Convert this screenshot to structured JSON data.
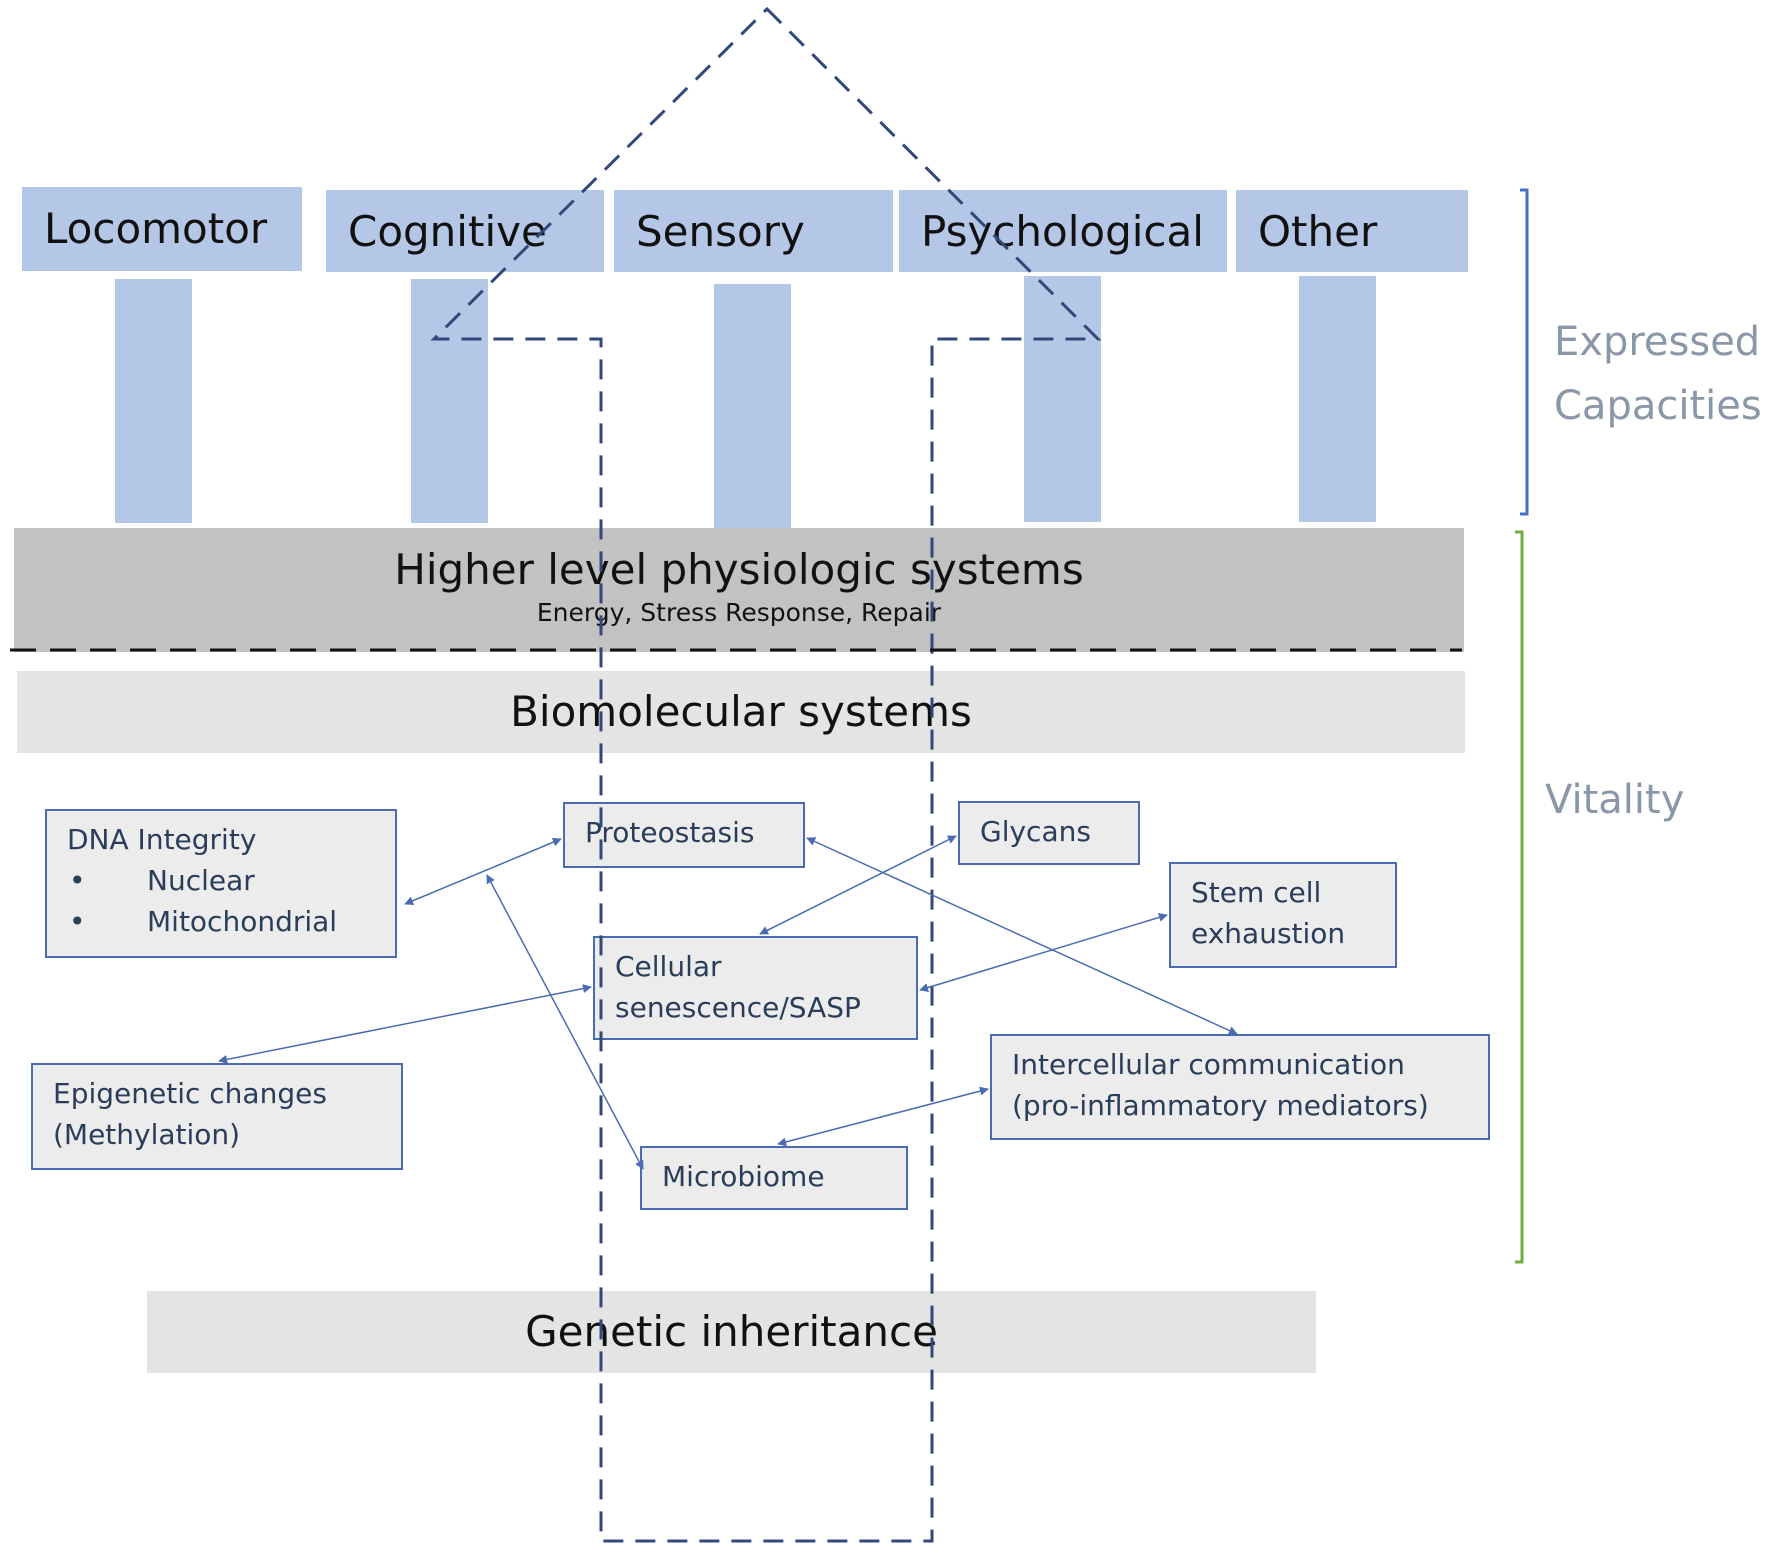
{
  "capacities": {
    "labels": [
      "Locomotor",
      "Cognitive",
      "Sensory",
      "Psychological",
      "Other"
    ],
    "group_label": "Expressed\nCapacities",
    "bracket_color": "#4472c4"
  },
  "systems": {
    "higher_level": "Higher level physiologic systems",
    "higher_level_sub": "Energy, Stress Response, Repair",
    "biomolecular": "Biomolecular systems",
    "genetic": "Genetic inheritance"
  },
  "vitality": {
    "label": "Vitality",
    "bracket_color": "#70ad47"
  },
  "nodes": {
    "dna_integrity": "DNA Integrity",
    "dna_items": [
      "Nuclear",
      "Mitochondrial"
    ],
    "bullet": "•",
    "proteostasis": "Proteostasis",
    "glycans": "Glycans",
    "stem_cell": "Stem cell\nexhaustion",
    "cellular_senescence": "Cellular\nsenescence/SASP",
    "epigenetic": "Epigenetic changes\n(Methylation)",
    "intercellular": "Intercellular communication\n(pro-inflammatory mediators)",
    "microbiome": "Microbiome"
  },
  "colors": {
    "pillar": "#b4c7e7",
    "arrow": "#4a6bb0",
    "dashed_outline": "#2f4a7a"
  }
}
